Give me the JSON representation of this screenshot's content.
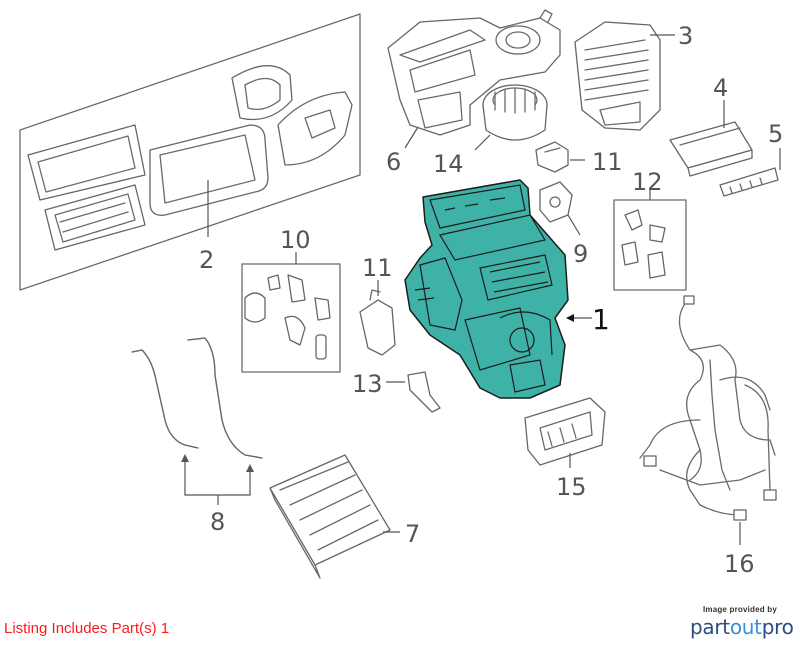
{
  "diagram": {
    "highlight_color": "#3fb2a8",
    "callouts": [
      {
        "id": "1",
        "label": "1",
        "highlighted": true
      },
      {
        "id": "2",
        "label": "2"
      },
      {
        "id": "3",
        "label": "3"
      },
      {
        "id": "4",
        "label": "4"
      },
      {
        "id": "5",
        "label": "5"
      },
      {
        "id": "6",
        "label": "6"
      },
      {
        "id": "7",
        "label": "7"
      },
      {
        "id": "8",
        "label": "8"
      },
      {
        "id": "9",
        "label": "9"
      },
      {
        "id": "10",
        "label": "10"
      },
      {
        "id": "11a",
        "label": "11"
      },
      {
        "id": "11b",
        "label": "11"
      },
      {
        "id": "12",
        "label": "12"
      },
      {
        "id": "13",
        "label": "13"
      },
      {
        "id": "14",
        "label": "14"
      },
      {
        "id": "15",
        "label": "15"
      },
      {
        "id": "16",
        "label": "16"
      }
    ]
  },
  "footer": {
    "listing_text": "Listing Includes Part(s) 1",
    "listing_color": "#ff1a1a",
    "credit_text": "Image provided by",
    "brand_part1": "part",
    "brand_part2": "out",
    "brand_part3": "pro"
  }
}
